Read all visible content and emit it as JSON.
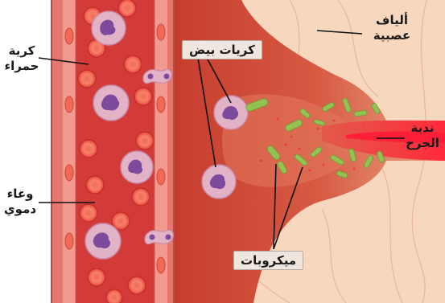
{
  "labels": {
    "rbc_line1": "كرية",
    "rbc_line2": "حمراء",
    "vessel_line1": "وعاء",
    "vessel_line2": "دموي",
    "wbc": "كريات بيض",
    "nerve_line1": "ألياف",
    "nerve_line2": "عصبية",
    "wound_line1": "ندبة",
    "wound_line2": "الجرح",
    "microbes": "ميكروبات"
  },
  "colors": {
    "skin": "#f8dcc4",
    "tissue": "#cf4a36",
    "vessel_wall": "#e8716a",
    "blood": "#d13a35",
    "red_cell": "#e8463a",
    "white_cell": "#d9a5b9",
    "nucleus": "#7c4a9a",
    "microbe": "#8fbf4a",
    "label_box": "#efe6df"
  }
}
